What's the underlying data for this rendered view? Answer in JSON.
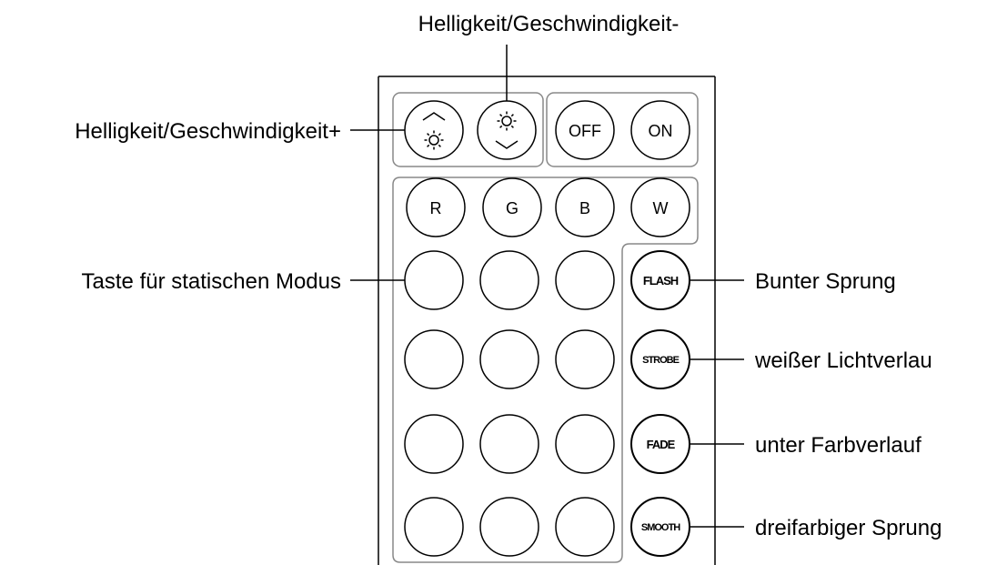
{
  "callouts": {
    "brightness_down": "Helligkeit/Geschwindigkeit-",
    "brightness_up": "Helligkeit/Geschwindigkeit+",
    "static_mode": "Taste für statischen Modus",
    "flash": "Bunter Sprung",
    "strobe": "weißer Lichtverlau",
    "fade": "unter Farbverlauf",
    "smooth": "dreifarbiger Sprung"
  },
  "buttons": {
    "off": "OFF",
    "on": "ON",
    "r": "R",
    "g": "G",
    "b": "B",
    "w": "W",
    "flash": "FLASH",
    "strobe": "STROBE",
    "fade": "FADE",
    "smooth": "SMOOTH"
  },
  "icons": {
    "brightness_up": [
      "chevron-up-icon",
      "sun-icon"
    ],
    "brightness_down": [
      "sun-icon",
      "chevron-down-icon"
    ]
  }
}
